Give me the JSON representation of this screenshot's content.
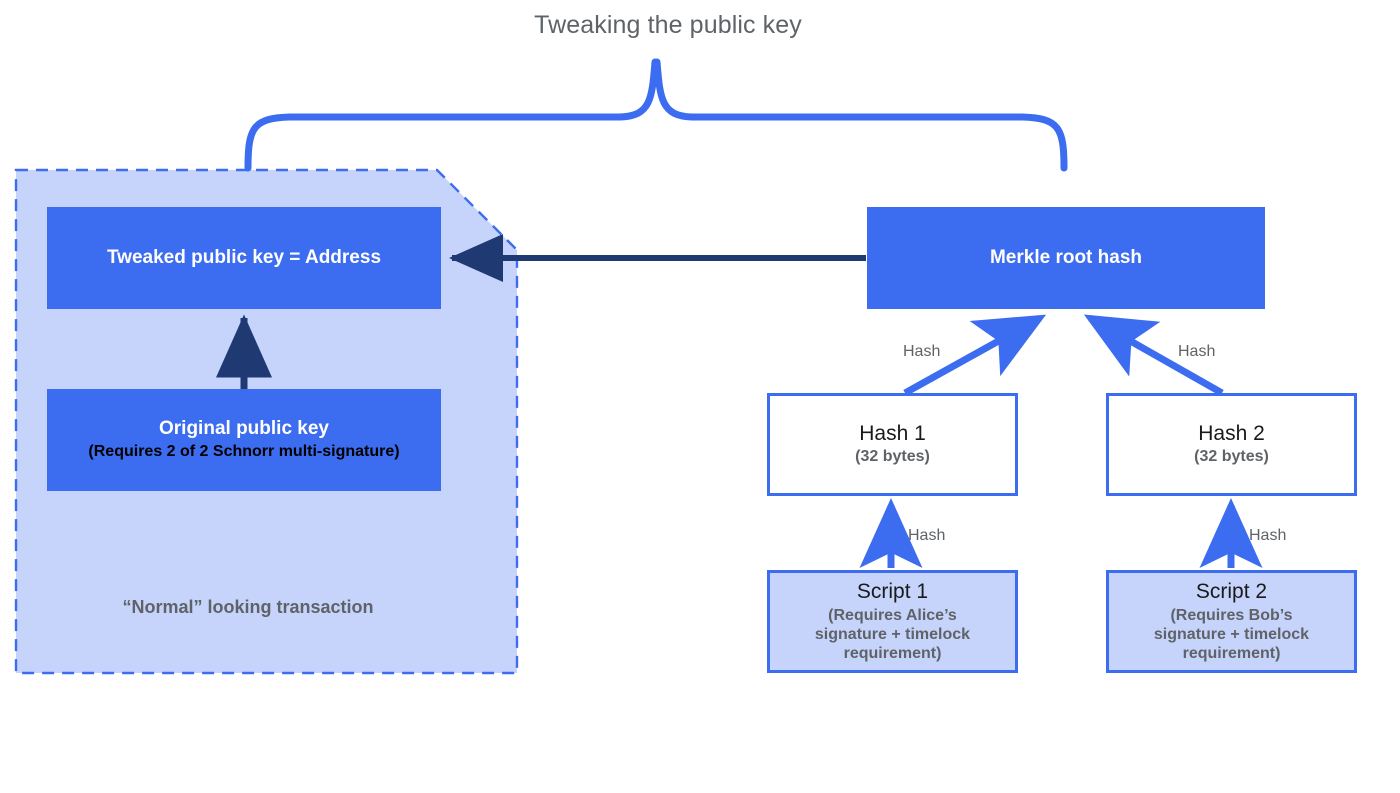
{
  "diagram": {
    "title": "Tweaking the public key",
    "colors": {
      "blue": "#3c6df0",
      "light_blue": "#c6d4fc",
      "navy": "#1f3a73",
      "gray_text": "#5f6368",
      "white": "#ffffff",
      "black": "#000000"
    }
  },
  "left_group": {
    "caption": "“Normal” looking transaction",
    "tweaked_key": {
      "title": "Tweaked public key = Address"
    },
    "original_key": {
      "title": "Original public key",
      "subtitle": "(Requires 2 of 2 Schnorr multi-signature)"
    }
  },
  "right_group": {
    "merkle_root": {
      "title": "Merkle root hash"
    },
    "hashes": [
      {
        "title": "Hash 1",
        "subtitle": "(32 bytes)"
      },
      {
        "title": "Hash 2",
        "subtitle": "(32 bytes)"
      }
    ],
    "scripts": [
      {
        "title": "Script 1",
        "subtitle": "(Requires Alice’s\nsignature + timelock\nrequirement)"
      },
      {
        "title": "Script 2",
        "subtitle": "(Requires Bob’s\nsignature + timelock\nrequirement)"
      }
    ]
  },
  "edge_labels": {
    "hash_left_upper": "Hash",
    "hash_right_upper": "Hash",
    "hash_left_lower": "Hash",
    "hash_right_lower": "Hash"
  }
}
